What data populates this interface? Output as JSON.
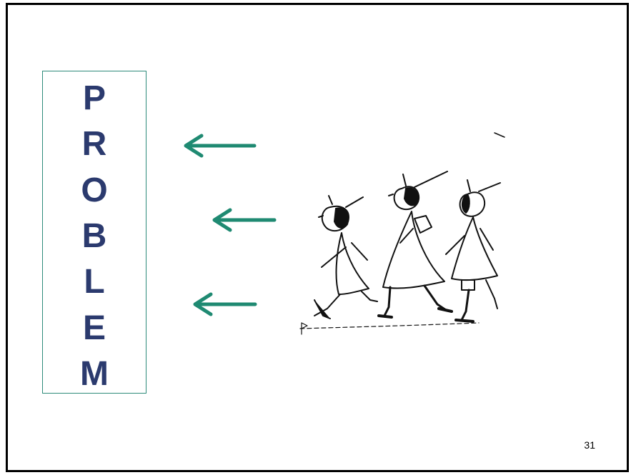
{
  "slide": {
    "letters": [
      "P",
      "R",
      "O",
      "B",
      "L",
      "E",
      "M"
    ],
    "slide_number": "31"
  },
  "colors": {
    "letter": "#2b3a6e",
    "arrow": "#1f8a72",
    "box_border": "#2e8b7a"
  },
  "icons": {
    "arrow": "arrow-left-icon",
    "illustration": "walking-figures-illustration"
  }
}
